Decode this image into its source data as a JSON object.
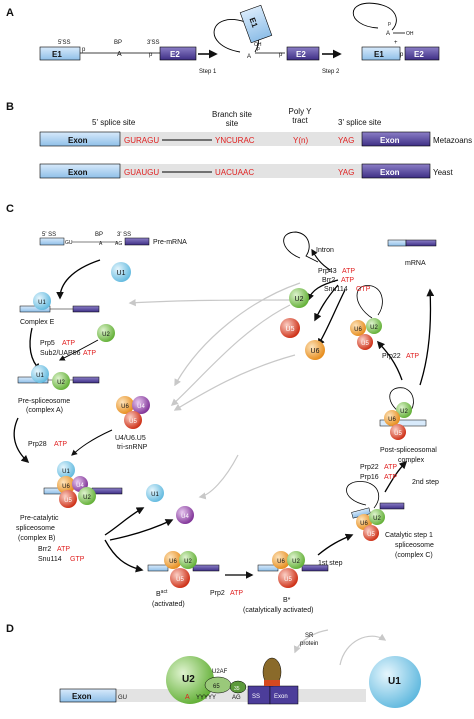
{
  "panels": {
    "a": "A",
    "b": "B",
    "c": "C",
    "d": "D"
  },
  "panel_a": {
    "e1": "E1",
    "e2": "E2",
    "ss5": "5'SS",
    "ss3": "3'SS",
    "bp": "BP",
    "a": "A",
    "p": "p",
    "oh": "OH",
    "step1": "Step 1",
    "step2": "Step 2",
    "plus": "+"
  },
  "panel_b": {
    "five_ss": "5' splice site",
    "branch": "Branch site",
    "branch2": "site",
    "polyy": "Poly Y",
    "polyy2": "tract",
    "three_ss": "3' splice site",
    "exon": "Exon",
    "metazoans": {
      "ss5": "GURAGU",
      "branch": "YNCURAC",
      "polyy": "Y(n)",
      "ss3": "YAG",
      "label": "Metazoans"
    },
    "yeast": {
      "ss5": "GUAUGU",
      "branch": "UACUAAC",
      "ss3": "YAG",
      "label": "Yeast"
    }
  },
  "panel_c": {
    "premrna": "Pre-mRNA",
    "ss5": "5' SS",
    "ss3": "3' SS",
    "bp": "BP",
    "gu": "GU",
    "a": "A",
    "ag": "AG",
    "u1": "U1",
    "u2": "U2",
    "u4": "U4",
    "u5": "U5",
    "u6": "U6",
    "complex_e": "Complex E",
    "prp5": "Prp5",
    "sub2": "Sub2/UAP56",
    "atp": "ATP",
    "gtp": "GTP",
    "prespliceosome": "Pre-spliceosome",
    "complex_a": "(complex A)",
    "trisnrnp1": "U4/U6.U5",
    "trisnrnp2": "tri-snRNP",
    "prp28": "Prp28",
    "precat1": "Pre-catalytic",
    "precat2": "spliceosome",
    "precat3": "(complex B)",
    "brr2": "Brr2",
    "snu114": "Snu114",
    "bact": "B",
    "bact_sup": "act",
    "activated": "(activated)",
    "prp2": "Prp2",
    "bstar": "B*",
    "catact": "(catalytically activated)",
    "first_step": "1st step",
    "cat1": "Catalytic step 1",
    "cat2": "spliceosome",
    "cat3": "(complex C)",
    "prp22": "Prp22",
    "prp16": "Prp16",
    "second_step": "2nd step",
    "postsp1": "Post-spliceosomal",
    "postsp2": "complex",
    "intron": "Intron",
    "mrna": "mRNA",
    "prp43": "Prp43"
  },
  "panel_d": {
    "exon": "Exon",
    "u2": "U2",
    "u1": "U1",
    "u2af": "U2AF",
    "u65": "65",
    "u35": "35",
    "sr": "SR",
    "protein": "protein",
    "ss": "SS",
    "exon3": "Exon",
    "gu": "GU",
    "a": "A",
    "yyyy": "YYYYY",
    "ag": "AG"
  },
  "colors": {
    "exon_light": "#a9cdee",
    "exon_dark": "#5b4a9e",
    "u1": "#8ed0ec",
    "u2": "#8dc85c",
    "u4": "#9b4fb0",
    "u5": "#e0482e",
    "u6": "#f0a640",
    "red_text": "#e02020",
    "gray_arrow": "#c8c8c8"
  }
}
